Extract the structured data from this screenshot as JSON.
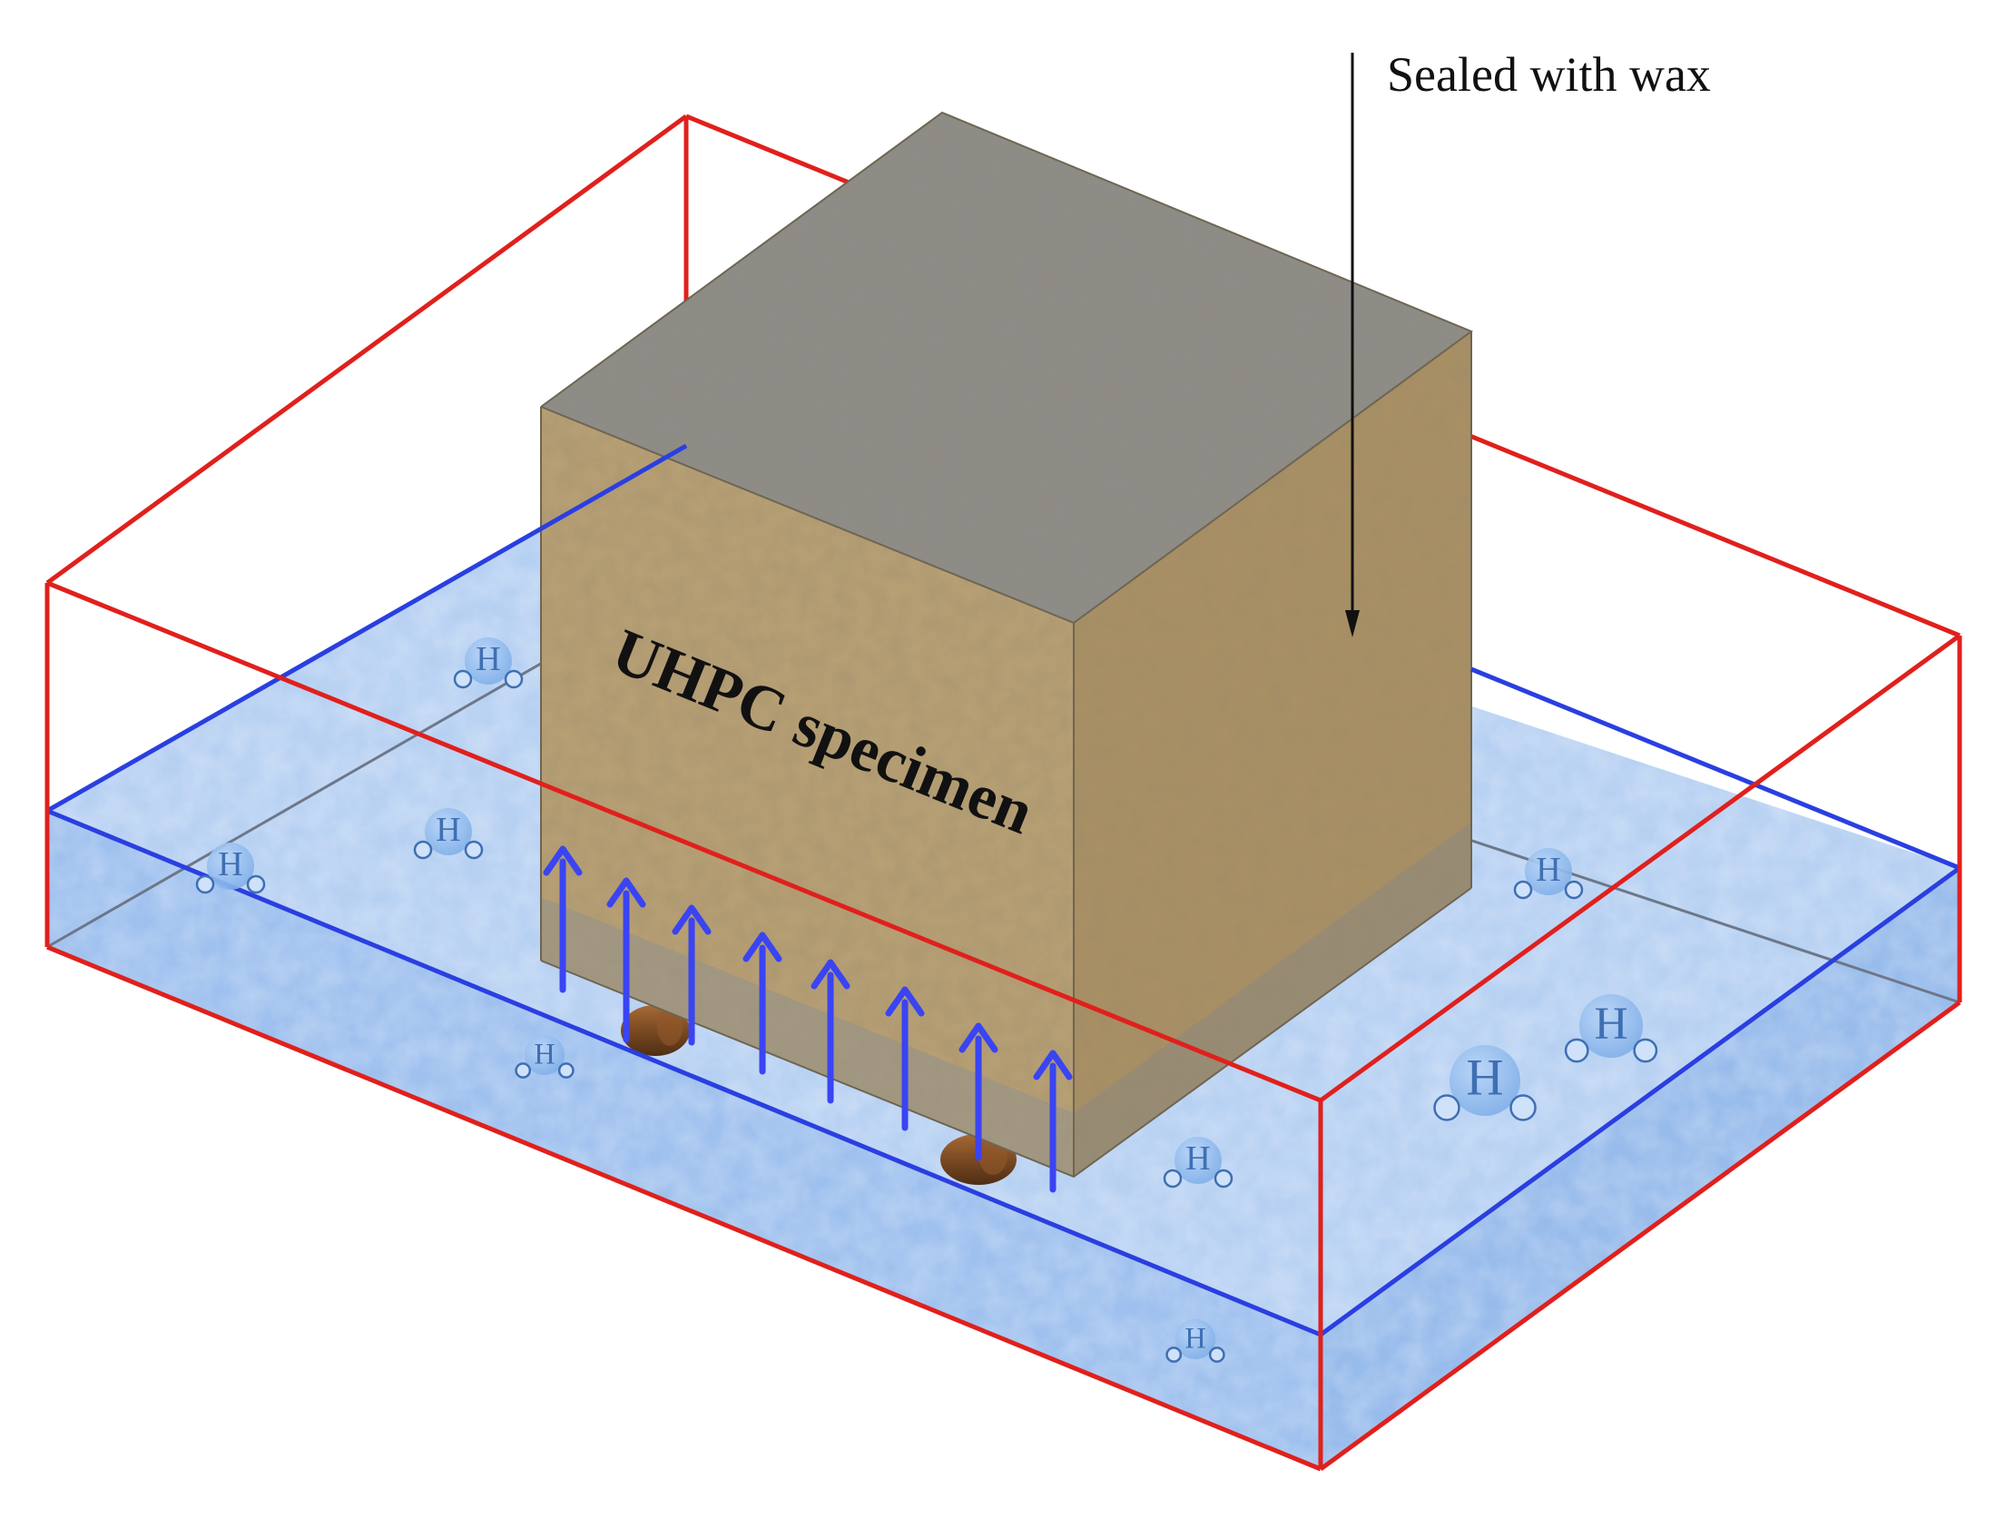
{
  "labels": {
    "callout": "Sealed with wax",
    "specimen": "UHPC specimen"
  },
  "molecule_symbol": "H",
  "colors": {
    "container_edge": "#e0201c",
    "water_edge": "#2a3fe0",
    "water_fill": "#9ec0ee",
    "specimen_front": "#b79f74",
    "specimen_side": "#a98f64",
    "specimen_top": "#8d8c88",
    "wet_band": "#9b9484",
    "arrow": "#3a44f2",
    "support_rod": "#7a4a23",
    "molecule": "#7eaee8"
  },
  "icons": {
    "molecule": "water-molecule-icon",
    "arrow": "capillary-rise-arrow-icon",
    "rod": "support-rod-icon"
  }
}
